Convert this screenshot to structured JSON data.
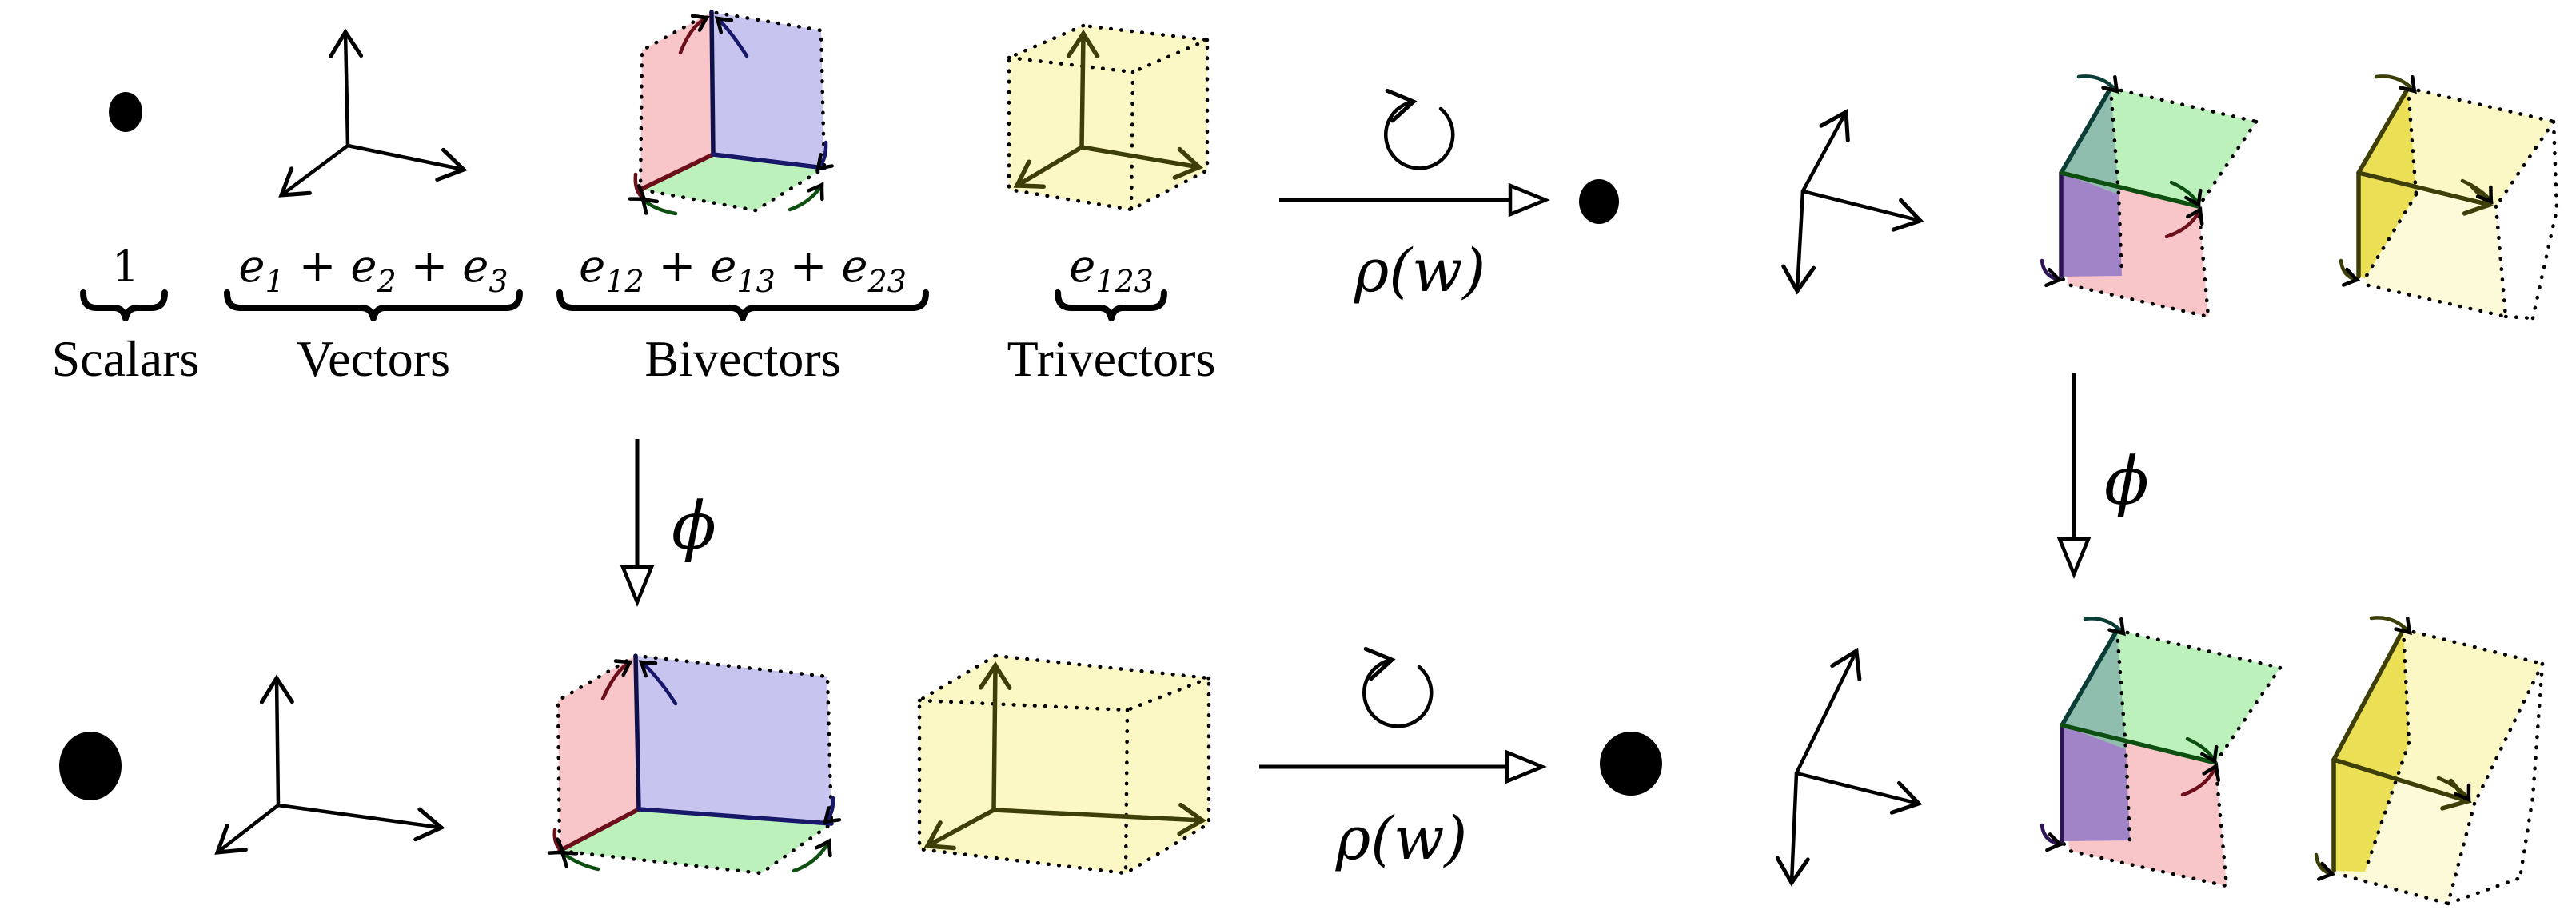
{
  "grades": {
    "scalar": {
      "symbol": "1",
      "name": "Scalars"
    },
    "vector": {
      "symbol": "e1 + e2 + e3",
      "name": "Vectors"
    },
    "bivector": {
      "symbol": "e12 + e13 + e23",
      "name": "Bivectors"
    },
    "trivector": {
      "symbol": "e123",
      "name": "Trivectors"
    }
  },
  "maps": {
    "rho_top": "ρ(w)",
    "rho_bottom": "ρ(w)",
    "phi_left": "ϕ",
    "phi_right": "ϕ"
  },
  "icons": {
    "rotation_top": "circular-rotation-arrow",
    "rotation_bottom": "circular-rotation-arrow",
    "scalar_dot": "filled-black-dot",
    "map_arrowhead": "open-triangle-arrowhead",
    "axis_arrowhead": "curved-barb-arrowhead"
  },
  "colors": {
    "pink": "#F8C5C9",
    "blue": "#C7C5F0",
    "green": "#BDF1BC",
    "yellow": "#FBF8C6",
    "pale_yellow": "#FCFAD8",
    "teal": "#8FBEAE",
    "purple": "#A184C8",
    "gold": "#EBDF55",
    "ink": "#000000",
    "olive": "#3E3E08",
    "pink_dark": "#6B0F1A",
    "blue_dark": "#18186B",
    "navy_dark": "#101048",
    "green_dark": "#0D4F10",
    "teal_dark": "#0B3C35",
    "purple_dark": "#2D1353"
  }
}
